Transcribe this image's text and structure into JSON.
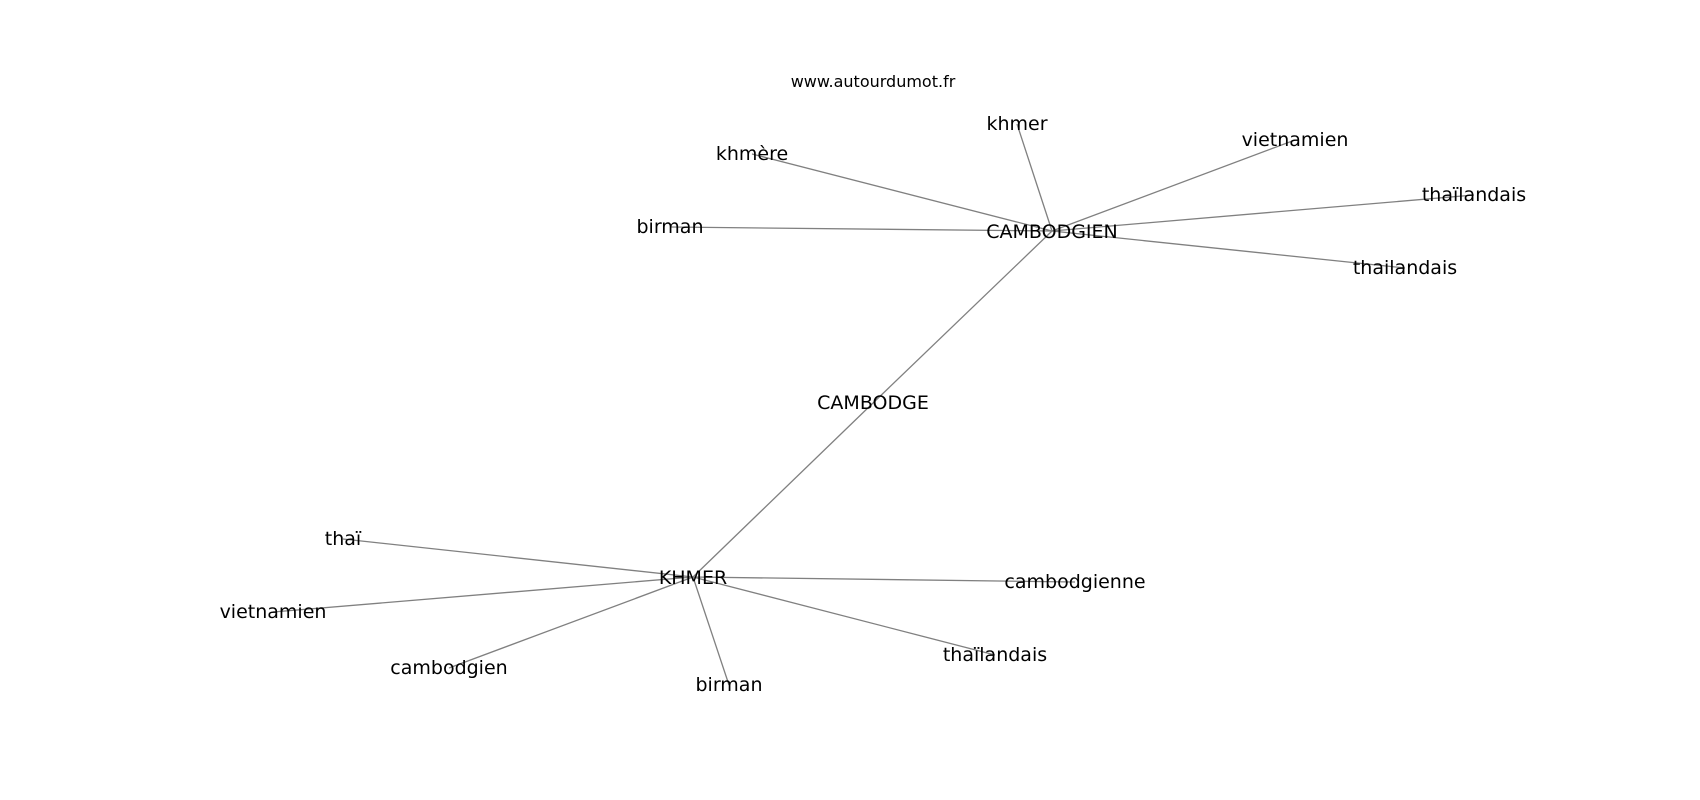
{
  "source": "www.autourdumot.fr",
  "nodes": {
    "cambodge": "CAMBODGE",
    "cambodgien_hub": "CAMBODGIEN",
    "khmer_hub": "KHMER",
    "c_khmer": "khmer",
    "c_khmere": "khmère",
    "c_vietnamien": "vietnamien",
    "c_thailandais_trema": "thaïlandais",
    "c_birman": "birman",
    "c_thailandais": "thailandais",
    "k_thai": "thaï",
    "k_vietnamien": "vietnamien",
    "k_cambodgien": "cambodgien",
    "k_birman": "birman",
    "k_thailandais": "thaïlandais",
    "k_cambodgienne": "cambodgienne"
  },
  "edges": [
    [
      "cambodge",
      "cambodgien_hub"
    ],
    [
      "cambodge",
      "khmer_hub"
    ],
    [
      "cambodgien_hub",
      "c_khmer"
    ],
    [
      "cambodgien_hub",
      "c_khmere"
    ],
    [
      "cambodgien_hub",
      "c_vietnamien"
    ],
    [
      "cambodgien_hub",
      "c_thailandais_trema"
    ],
    [
      "cambodgien_hub",
      "c_birman"
    ],
    [
      "cambodgien_hub",
      "c_thailandais"
    ],
    [
      "khmer_hub",
      "k_thai"
    ],
    [
      "khmer_hub",
      "k_vietnamien"
    ],
    [
      "khmer_hub",
      "k_cambodgien"
    ],
    [
      "khmer_hub",
      "k_birman"
    ],
    [
      "khmer_hub",
      "k_thailandais"
    ],
    [
      "khmer_hub",
      "k_cambodgienne"
    ]
  ]
}
